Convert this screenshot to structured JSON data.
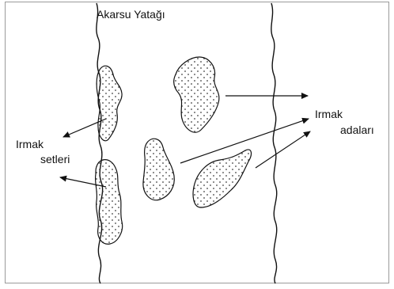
{
  "diagram": {
    "title": "Akarsu Yatağı",
    "left_label": {
      "line1": "Irmak",
      "line2": "setleri"
    },
    "right_label": {
      "line1": "Irmak",
      "line2": "adaları"
    },
    "colors": {
      "stroke": "#111111",
      "dots": "#333333",
      "frame": "#9a9a9a",
      "background": "#ffffff"
    }
  }
}
